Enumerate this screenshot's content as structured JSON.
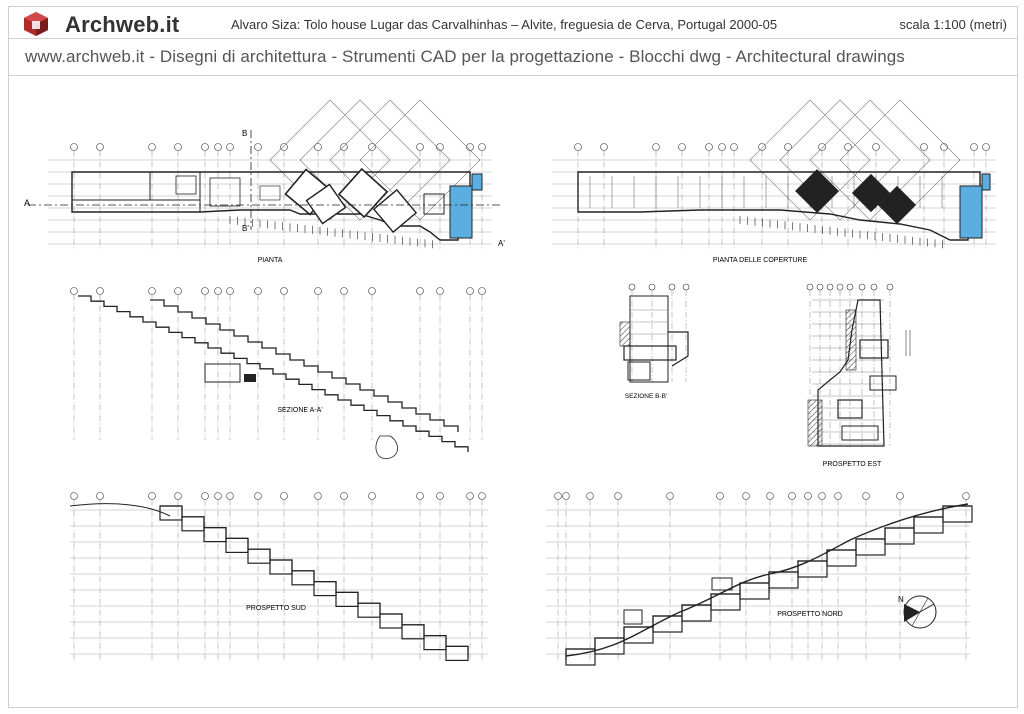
{
  "header": {
    "logo_text": "Archweb.it",
    "title": "Alvaro Siza: Tolo house Lugar das Carvalhinhas – Alvite, freguesia de Cerva, Portugal  2000-05",
    "scale": "scala 1:100 (metri)"
  },
  "banner": {
    "text": "www.archweb.it  -   Disegni di architettura - Strumenti CAD  per la progettazione - Blocchi dwg  -  Architectural drawings"
  },
  "drawings": {
    "plan": "PIANTA",
    "roof_plan": "PIANTA DELLE COPERTURE",
    "section_aa": "SEZIONE A-A'",
    "section_bb": "SEZIONE B-B'",
    "east_elevation": "PROSPETTO EST",
    "south_elevation": "PROSPETTO SUD",
    "north_elevation": "PROSPETTO NORD"
  },
  "markers": {
    "a": "A",
    "a_prime": "A'",
    "b": "B",
    "b_prime": "B'",
    "north": "N"
  },
  "colors": {
    "water": "#5aaee0",
    "line": "#222222",
    "grid": "#999999"
  }
}
